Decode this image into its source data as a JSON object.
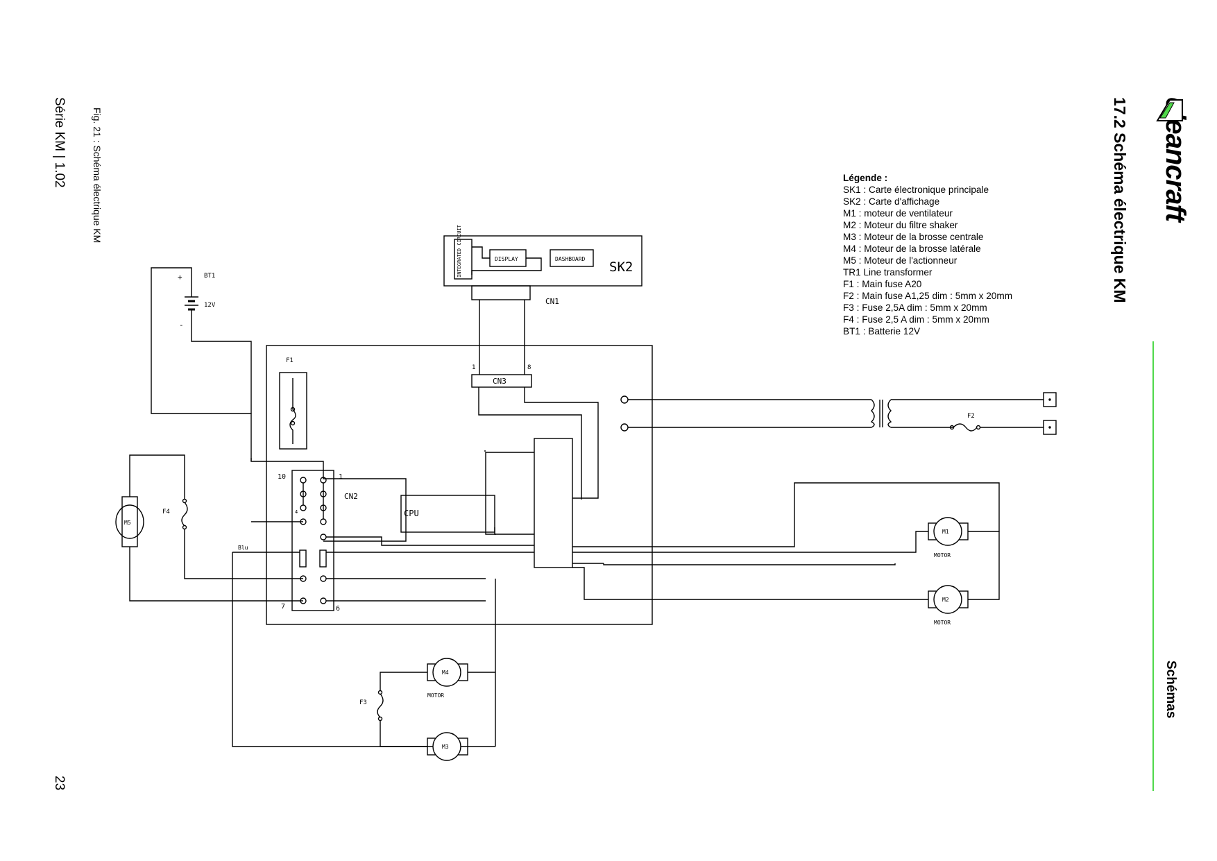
{
  "header": {
    "logo_text": "cleancraft",
    "title": "17.2 Schéma électrique KM",
    "section": "Schémas",
    "accent_color": "#4fd84a"
  },
  "footer": {
    "caption": "Fig. 21 : Schéma électrique KM",
    "series": "Série KM | 1.02",
    "page_number": "23"
  },
  "legend": {
    "title": "Légende :",
    "items": [
      "SK1 : Carte électronique principale",
      "SK2 : Carte d'affichage",
      "M1 : moteur de ventilateur",
      "M2 : Moteur du filtre  shaker",
      "M3 : Moteur de la brosse centrale",
      "M4 : Moteur de la brosse latérale",
      "M5 : Moteur de l'actionneur",
      "TR1 Line transformer",
      "F1 : Main fuse A20",
      "F2 : Main fuse A1,25 dim : 5mm x 20mm",
      "F3 : Fuse 2,5A dim : 5mm x 20mm",
      "F4 : Fuse 2,5 A dim : 5mm x 20mm",
      "BT1 : Batterie 12V"
    ]
  },
  "diagram": {
    "sk2_label": "SK2",
    "integrated_circuit": "INTEGRATED CIRCUIT",
    "display": "DISPLAY",
    "dashboard": "DASHBOARD",
    "cn1": "CN1",
    "cn3": "CN3",
    "cn3_pin_left": "1",
    "cn3_pin_right": "8",
    "cn2": "CN2",
    "cn2_pin_10": "10",
    "cn2_pin_1": "1",
    "cn2_pin_7": "7",
    "cn2_pin_6": "6",
    "cn2_pin_4": "4",
    "cpu": "CPU",
    "f1": "F1",
    "f2": "F2",
    "f3": "F3",
    "f4": "F4",
    "bt1": "BT1",
    "bt1_voltage": "12V",
    "bt1_plus": "+",
    "bt1_minus": "-",
    "blu": "Blu",
    "m1": "M1",
    "m2": "M2",
    "m3": "M3",
    "m4": "M4",
    "m5": "M5",
    "motor": "MOTOR"
  }
}
